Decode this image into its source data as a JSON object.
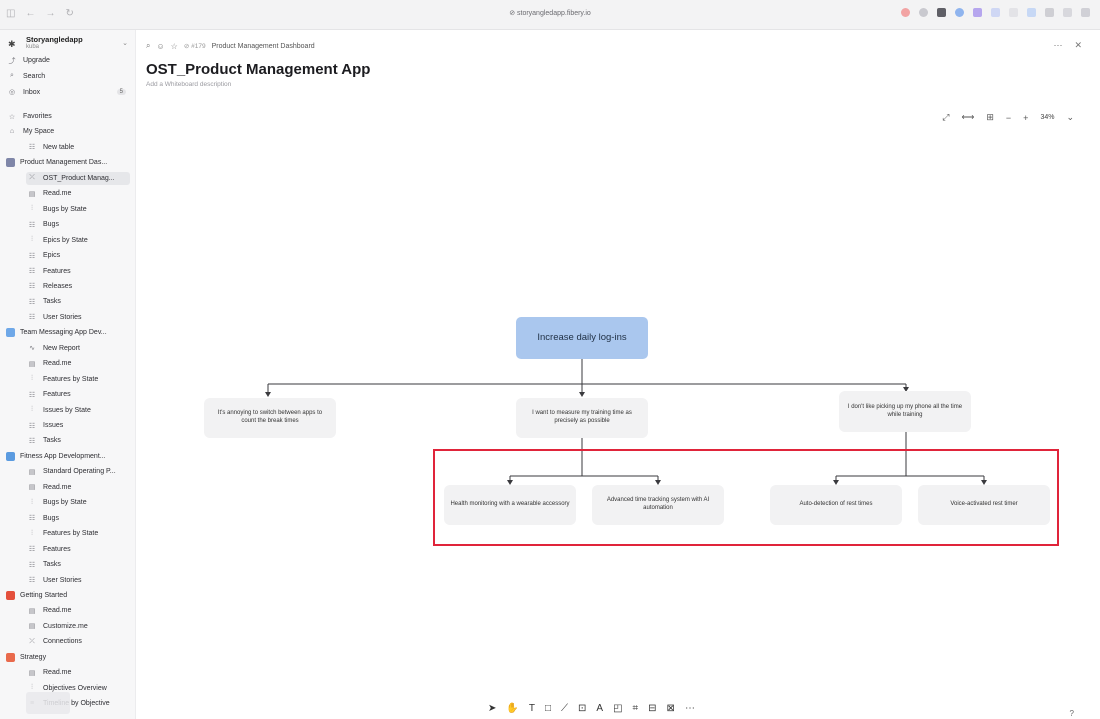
{
  "browser": {
    "url": "storyangledapp.fibery.io",
    "nav_icons": [
      "◫",
      "←",
      "→",
      "↻"
    ]
  },
  "workspace": {
    "name": "Storyangledapp",
    "user": "kuba"
  },
  "sidebar": {
    "top": [
      {
        "icon": "⤴",
        "label": "Upgrade"
      },
      {
        "icon": "⌕",
        "label": "Search"
      },
      {
        "icon": "◎",
        "label": "Inbox",
        "badge": "5"
      }
    ],
    "items": [
      {
        "icon": "☆",
        "label": "Favorites",
        "level": 0
      },
      {
        "icon": "⌂",
        "label": "My Space",
        "level": 0
      },
      {
        "icon": "☷",
        "label": "New table",
        "level": 1
      },
      {
        "icon": "db",
        "color": "#7f86a8",
        "label": "Product Management Das...",
        "level": 0
      },
      {
        "icon": "⤫",
        "label": "OST_Product Manag...",
        "level": 1,
        "active": true
      },
      {
        "icon": "▤",
        "label": "Read.me",
        "level": 1
      },
      {
        "icon": "⫶",
        "label": "Bugs by State",
        "level": 1
      },
      {
        "icon": "☷",
        "label": "Bugs",
        "level": 1
      },
      {
        "icon": "⫶",
        "label": "Epics by State",
        "level": 1
      },
      {
        "icon": "☷",
        "label": "Epics",
        "level": 1
      },
      {
        "icon": "☷",
        "label": "Features",
        "level": 1
      },
      {
        "icon": "☷",
        "label": "Releases",
        "level": 1
      },
      {
        "icon": "☷",
        "label": "Tasks",
        "level": 1
      },
      {
        "icon": "☷",
        "label": "User Stories",
        "level": 1
      },
      {
        "icon": "db",
        "color": "#6fa8e8",
        "label": "Team Messaging App Dev...",
        "level": 0
      },
      {
        "icon": "∿",
        "label": "New Report",
        "level": 1
      },
      {
        "icon": "▤",
        "label": "Read.me",
        "level": 1
      },
      {
        "icon": "⫶",
        "label": "Features by State",
        "level": 1
      },
      {
        "icon": "☷",
        "label": "Features",
        "level": 1
      },
      {
        "icon": "⫶",
        "label": "Issues by State",
        "level": 1
      },
      {
        "icon": "☷",
        "label": "Issues",
        "level": 1
      },
      {
        "icon": "☷",
        "label": "Tasks",
        "level": 1
      },
      {
        "icon": "db",
        "color": "#5b9be0",
        "label": "Fitness App Development...",
        "level": 0
      },
      {
        "icon": "▤",
        "label": "Standard Operating P...",
        "level": 1
      },
      {
        "icon": "▤",
        "label": "Read.me",
        "level": 1
      },
      {
        "icon": "⫶",
        "label": "Bugs by State",
        "level": 1
      },
      {
        "icon": "☷",
        "label": "Bugs",
        "level": 1
      },
      {
        "icon": "⫶",
        "label": "Features by State",
        "level": 1
      },
      {
        "icon": "☷",
        "label": "Features",
        "level": 1
      },
      {
        "icon": "☷",
        "label": "Tasks",
        "level": 1
      },
      {
        "icon": "☷",
        "label": "User Stories",
        "level": 1
      },
      {
        "icon": "db",
        "color": "#e4503c",
        "label": "Getting Started",
        "level": 0
      },
      {
        "icon": "▤",
        "label": "Read.me",
        "level": 1
      },
      {
        "icon": "▤",
        "label": "Customize.me",
        "level": 1
      },
      {
        "icon": "⤫",
        "label": "Connections",
        "level": 1
      },
      {
        "icon": "db",
        "color": "#e96a4c",
        "label": "Strategy",
        "level": 0
      },
      {
        "icon": "▤",
        "label": "Read.me",
        "level": 1
      },
      {
        "icon": "⫶",
        "label": "Objectives Overview",
        "level": 1
      },
      {
        "icon": "≡",
        "label": "Timeline by Objective",
        "level": 1
      }
    ]
  },
  "header": {
    "breadcrumb_id": "#179",
    "breadcrumb_parent": "Product Management Dashboard",
    "title": "OST_Product Management App",
    "description": "Add a Whiteboard description"
  },
  "zoom": {
    "level": "34%"
  },
  "whiteboard": {
    "root": "Increase daily log-ins",
    "opportunities": [
      "It's annoying to switch between apps to count  the break times",
      "I want to measure my training time as precisely  as possible",
      "I don't like picking up my phone all the time  while training"
    ],
    "solutions": [
      "Health monitoring with a wearable accessory",
      "Advanced time tracking system with AI automation",
      "Auto-detection of rest times",
      "Voice-activated rest timer"
    ],
    "highlight_color": "#e0243a"
  },
  "tools": {
    "help": "?"
  }
}
